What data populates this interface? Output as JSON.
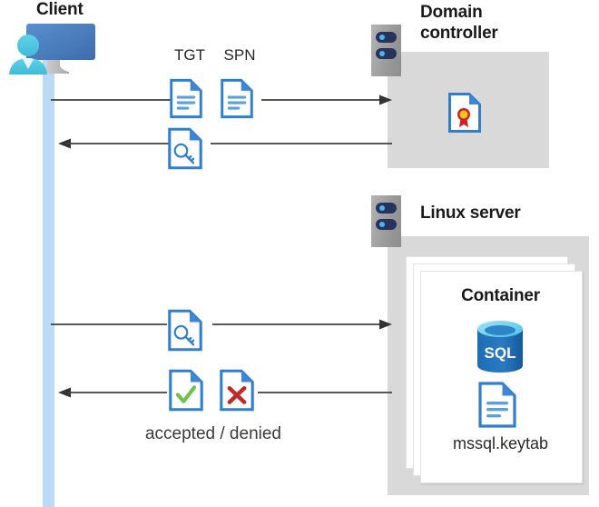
{
  "diagram": {
    "title_client": "Client",
    "title_domain_controller": "Domain\ncontroller",
    "title_domain_controller_line1": "Domain",
    "title_domain_controller_line2": "controller",
    "title_linux_server": "Linux server",
    "title_container": "Container",
    "label_tgt": "TGT",
    "label_spn": "SPN",
    "label_keytab": "mssql.keytab",
    "label_result": "accepted / denied",
    "label_sql": "SQL"
  },
  "icons": {
    "client": "user-with-monitor-icon",
    "server_dc": "server-rack-icon",
    "server_linux": "server-rack-icon",
    "doc_tgt": "document-lines-icon",
    "doc_spn": "document-lines-icon",
    "doc_ticket_key": "document-key-icon",
    "doc_ticket_key_2": "document-key-icon",
    "doc_certificate": "document-certificate-icon",
    "doc_accepted": "document-checkmark-icon",
    "doc_denied": "document-x-icon",
    "doc_keytab": "document-lines-icon",
    "db_sql": "sql-database-icon"
  },
  "flows": [
    {
      "id": "flow-1",
      "direction": "right",
      "label": "TGT / SPN request to domain controller"
    },
    {
      "id": "flow-2",
      "direction": "left",
      "label": "Ticket returned to client"
    },
    {
      "id": "flow-3",
      "direction": "right",
      "label": "Ticket presented to Linux server container"
    },
    {
      "id": "flow-4",
      "direction": "left",
      "label": "accepted / denied response"
    }
  ],
  "colors": {
    "panel_gray": "#d9d9d9",
    "doc_blue": "#2f7ed0",
    "doc_fold": "#3f87d6",
    "line_gray": "#404040",
    "lifeline_blue": "#bcd9f5",
    "accept_green": "#6ec24a",
    "deny_red": "#be2a2a",
    "sql_blue": "#1f6cb0",
    "cert_gold": "#f5c518",
    "cert_red": "#cf2027",
    "monitor_blue": "#4a7ebb",
    "person_cyan": "#4ec3e0",
    "server_navy": "#27335c",
    "server_dot": "#4fb3ef",
    "text_dark": "#1a1a1a",
    "text_gray": "#3a3a3a"
  }
}
